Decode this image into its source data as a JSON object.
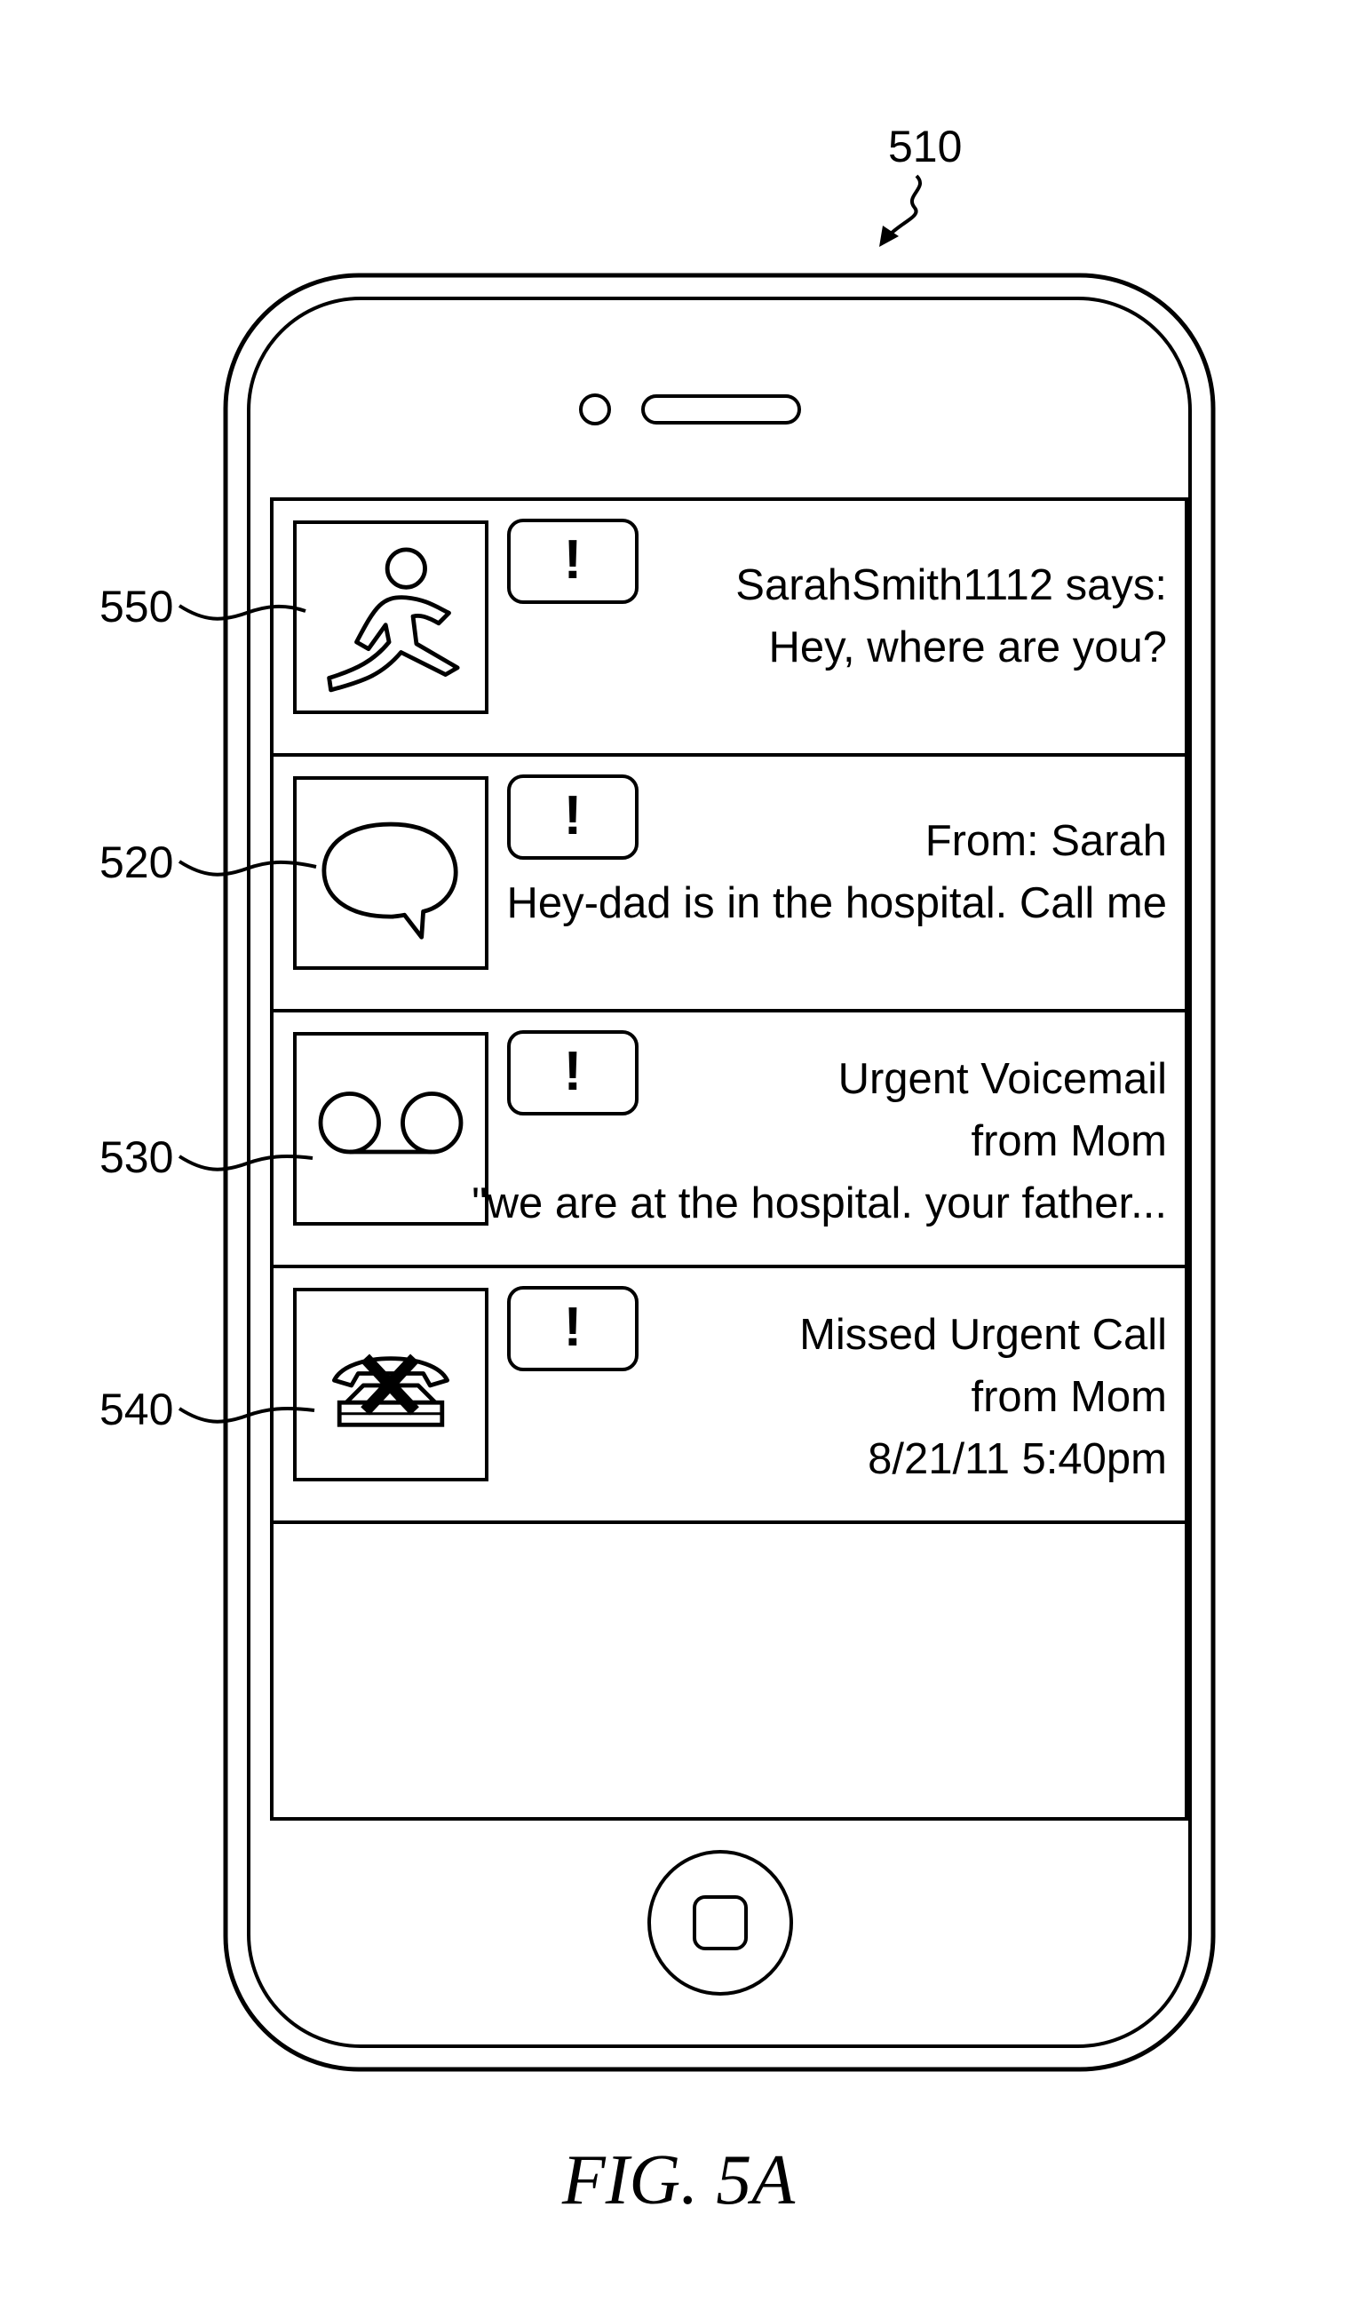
{
  "figure": {
    "device_ref": "510",
    "caption": "FIG. 5A"
  },
  "notifications": [
    {
      "ref": "550",
      "icon": "running-man-icon",
      "badge": "!",
      "lines": [
        "SarahSmith1112 says:",
        "Hey, where are you?"
      ]
    },
    {
      "ref": "520",
      "icon": "speech-bubble-icon",
      "badge": "!",
      "lines": [
        "From: Sarah",
        "Hey-dad is in the hospital. Call me"
      ]
    },
    {
      "ref": "530",
      "icon": "voicemail-icon",
      "badge": "!",
      "lines": [
        "Urgent Voicemail",
        "from Mom",
        "\"we are at the hospital. your father..."
      ]
    },
    {
      "ref": "540",
      "icon": "missed-call-phone-icon",
      "badge": "!",
      "lines": [
        "Missed Urgent Call",
        "from Mom",
        "8/21/11 5:40pm"
      ]
    }
  ]
}
